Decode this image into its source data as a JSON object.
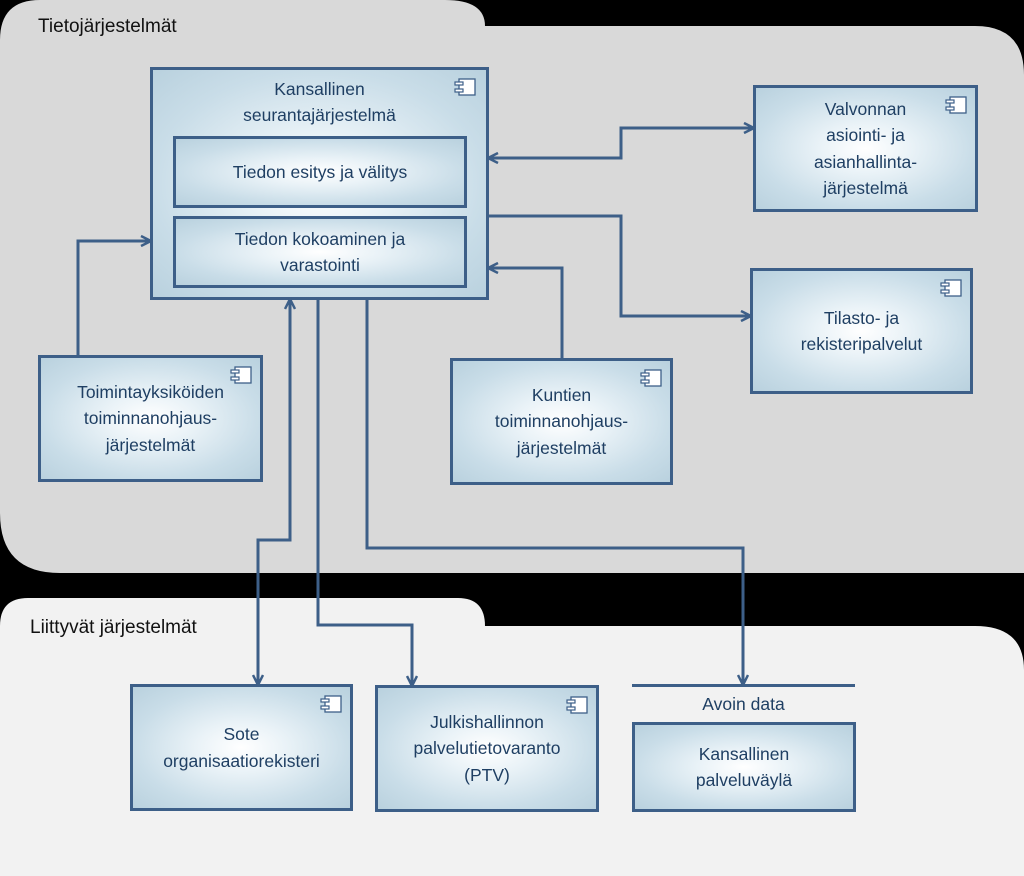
{
  "groups": {
    "top_label": "Tietojärjestelmät",
    "bottom_label": "Liittyvät järjestelmät"
  },
  "main_system": {
    "title": "Kansallinen\nseurantajärjestelmä",
    "sub1": "Tiedon esitys ja välitys",
    "sub2": "Tiedon kokoaminen ja\nvarastointi"
  },
  "components": {
    "valvonnan": "Valvonnan\nasiointi- ja\nasianhallinta-\njärjestelmä",
    "tilasto": "Tilasto- ja\nrekisteripalvelut",
    "toimintayksikoiden": "Toimintayksiköiden\ntoiminnanohjaus-\njärjestelmät",
    "kuntien": "Kuntien\ntoiminnanohjaus-\njärjestelmät",
    "sote": "Sote\norganisaatiorekisteri",
    "julkishallinnon": "Julkishallinnon\npalvelutietovaranto\n(PTV)",
    "palveluvayla": "Kansallinen\npalveluväylä"
  },
  "avoin_data": {
    "label": "Avoin data"
  },
  "colors": {
    "border": "#3d5f88",
    "top_group_bg": "#d9d9d9",
    "bottom_group_bg": "#f2f2f2",
    "text": "#1f3f63"
  }
}
